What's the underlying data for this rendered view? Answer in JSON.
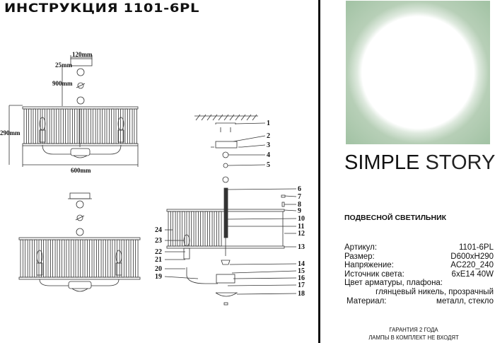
{
  "header": {
    "title": "ИНСТРУКЦИЯ 1101-6PL"
  },
  "dimensions": {
    "canopy_width": "120mm",
    "canopy_height": "25mm",
    "chain_length": "900mm",
    "height": "290mm",
    "diameter": "600mm"
  },
  "parts_right": [
    "1",
    "2",
    "3",
    "4",
    "5",
    "6",
    "7",
    "8",
    "9",
    "10",
    "11",
    "12",
    "13",
    "14",
    "15",
    "16",
    "17",
    "18"
  ],
  "parts_left": [
    "24",
    "23",
    "22",
    "21",
    "20",
    "19"
  ],
  "brand": {
    "name_bold": "SIMPLE",
    "name_thin": "STORY",
    "color": "#a3c3a5"
  },
  "product": {
    "type": "ПОДВЕСНОЙ СВЕТИЛЬНИК"
  },
  "specs": [
    {
      "label": "Артикул:",
      "value": "1101-6PL"
    },
    {
      "label": "Размер:",
      "value": "D600xH290"
    },
    {
      "label": "Напряжение:",
      "value": "AC220_240"
    },
    {
      "label": "Источник света:",
      "value": "6xE14 40W"
    }
  ],
  "color_spec": {
    "label": "Цвет арматуры, плафона:",
    "value": "глянцевый никель, прозрачный"
  },
  "material": {
    "label": "Материал:",
    "value": "металл, стекло"
  },
  "footer": {
    "warranty": "ГАРАНТИЯ 2 ГОДА",
    "lamps": "ЛАМПЫ В КОМПЛЕКТ НЕ ВХОДЯТ"
  }
}
